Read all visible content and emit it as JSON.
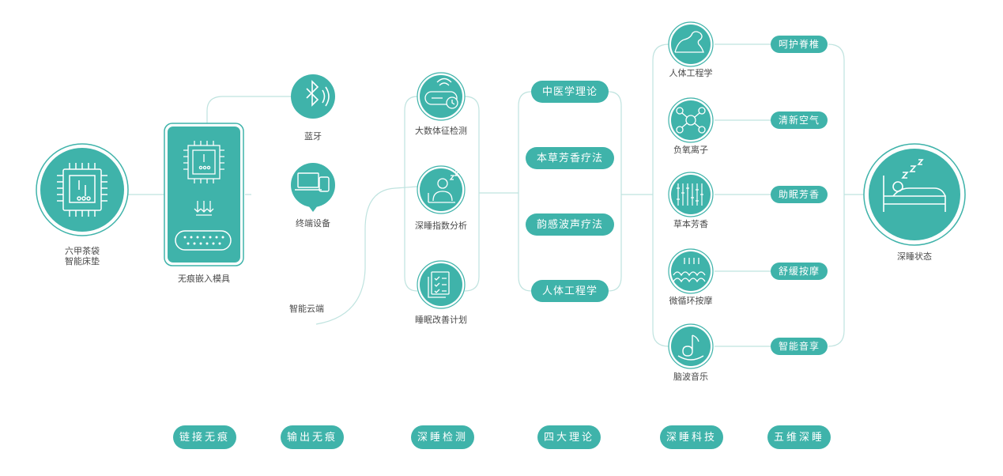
{
  "colors": {
    "accent": "#3fb3aa",
    "line": "#bfe3df",
    "text": "#4a4a4a"
  },
  "source": {
    "label_line1": "六甲茶袋",
    "label_line2": "智能床垫"
  },
  "device": {
    "label": "无痕嵌入模具"
  },
  "outputs": [
    {
      "label": "蓝牙",
      "icon": "bluetooth-icon"
    },
    {
      "label": "终端设备",
      "icon": "devices-icon"
    },
    {
      "label": "智能云端",
      "icon": "cloud-line"
    }
  ],
  "detection": [
    {
      "label": "大数体征检测",
      "icon": "sensor-icon"
    },
    {
      "label": "深睡指数分析",
      "icon": "sleep-analysis-icon"
    },
    {
      "label": "睡眠改善计划",
      "icon": "plan-icon"
    }
  ],
  "theories": [
    {
      "label": "中医学理论"
    },
    {
      "label": "本草芳香疗法"
    },
    {
      "label": "韵感波声疗法"
    },
    {
      "label": "人体工程学"
    }
  ],
  "tech": [
    {
      "label": "人体工程学",
      "icon": "ergonomic-icon"
    },
    {
      "label": "负氧离子",
      "icon": "ion-icon"
    },
    {
      "label": "草本芳香",
      "icon": "herb-icon"
    },
    {
      "label": "微循环按摩",
      "icon": "massage-icon"
    },
    {
      "label": "脑波音乐",
      "icon": "music-icon"
    }
  ],
  "results": [
    {
      "label": "呵护脊椎"
    },
    {
      "label": "清新空气"
    },
    {
      "label": "助眠芳香"
    },
    {
      "label": "舒缓按摩"
    },
    {
      "label": "智能音享"
    }
  ],
  "final": {
    "label": "深睡状态",
    "icon": "sleeping-bed-icon"
  },
  "bottom_tabs": [
    {
      "label": "链接无痕"
    },
    {
      "label": "输出无痕"
    },
    {
      "label": "深睡检测"
    },
    {
      "label": "四大理论"
    },
    {
      "label": "深睡科技"
    },
    {
      "label": "五维深睡"
    }
  ]
}
